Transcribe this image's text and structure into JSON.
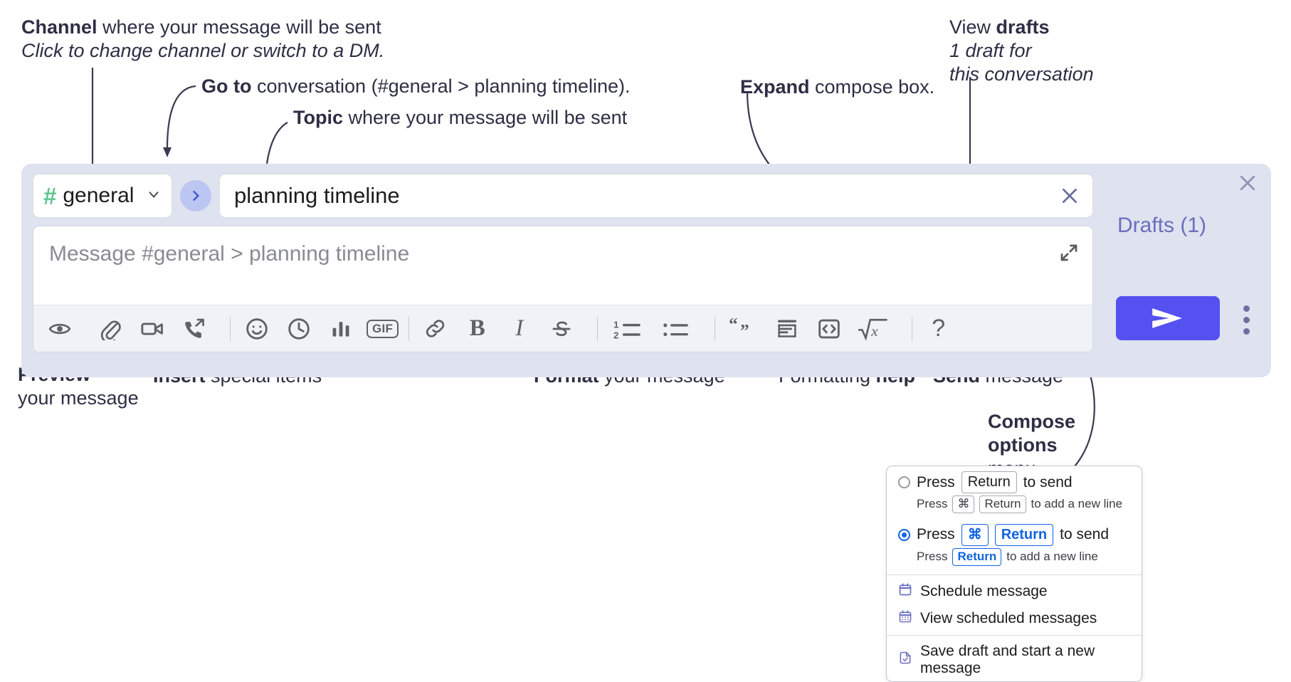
{
  "annotations": {
    "channel": {
      "bold": "Channel",
      "rest": " where your message will be sent",
      "italic": "Click to change channel or switch to a DM."
    },
    "goto": {
      "bold": "Go to",
      "rest": " conversation (#general > planning timeline)."
    },
    "topic": {
      "bold": "Topic",
      "rest": " where your message will be sent"
    },
    "expand": {
      "bold": "Expand",
      "rest": " compose box."
    },
    "drafts": {
      "plain": "View ",
      "bold": "drafts",
      "italic1": "1 draft for",
      "italic2": "this conversation"
    },
    "preview": {
      "bold": "Preview",
      "rest": "your message"
    },
    "insert": {
      "bold": "Insert",
      "rest": " special items"
    },
    "format": {
      "bold": "Format",
      "rest": " your message"
    },
    "help": {
      "plain": "Formatting ",
      "bold": "help"
    },
    "send": {
      "bold": "Send",
      "rest": " message"
    },
    "compose_options": {
      "bold1": "Compose",
      "bold2": "options",
      "rest": "menu"
    }
  },
  "composer": {
    "channel_name": "general",
    "hash_symbol": "#",
    "topic_value": "planning timeline",
    "message_placeholder": "Message #general > planning timeline",
    "drafts_label": "Drafts (1)",
    "toolbar_icons": [
      "eye-icon",
      "paperclip-icon",
      "video-camera-icon",
      "call-huddle-icon",
      "emoji-icon",
      "clock-icon",
      "poll-bar-chart-icon",
      "gif-icon",
      "link-icon",
      "bold-icon",
      "italic-icon",
      "strikethrough-icon",
      "ordered-list-icon",
      "bulleted-list-icon",
      "blockquote-icon",
      "code-block-icon",
      "code-icon",
      "math-icon",
      "help-question-icon"
    ],
    "gif_label": "GIF",
    "bold_label": "B",
    "italic_label": "I",
    "help_label": "?"
  },
  "menu": {
    "options": [
      {
        "selected": false,
        "prefix": "Press",
        "keys": [
          "Return"
        ],
        "suffix": "to send",
        "sub_prefix": "Press",
        "sub_keys": [
          "⌘",
          "Return"
        ],
        "sub_suffix": "to add a new line"
      },
      {
        "selected": true,
        "prefix": "Press",
        "keys": [
          "⌘",
          "Return"
        ],
        "suffix": "to send",
        "sub_prefix": "Press",
        "sub_keys": [
          "Return"
        ],
        "sub_suffix": "to add a new line"
      }
    ],
    "items": [
      {
        "icon": "calendar-schedule-icon",
        "label": "Schedule message"
      },
      {
        "icon": "calendar-grid-icon",
        "label": "View scheduled messages"
      },
      {
        "icon": "save-draft-icon",
        "label": "Save draft and start a new message"
      }
    ]
  },
  "colors": {
    "panel_bg": "#dfe2ef",
    "send_purple": "#5551f0",
    "accent_blue": "#1264e0",
    "hash_green": "#5cc48e",
    "drafts_purple": "#6a6fbe",
    "icon_gray": "#616165"
  }
}
